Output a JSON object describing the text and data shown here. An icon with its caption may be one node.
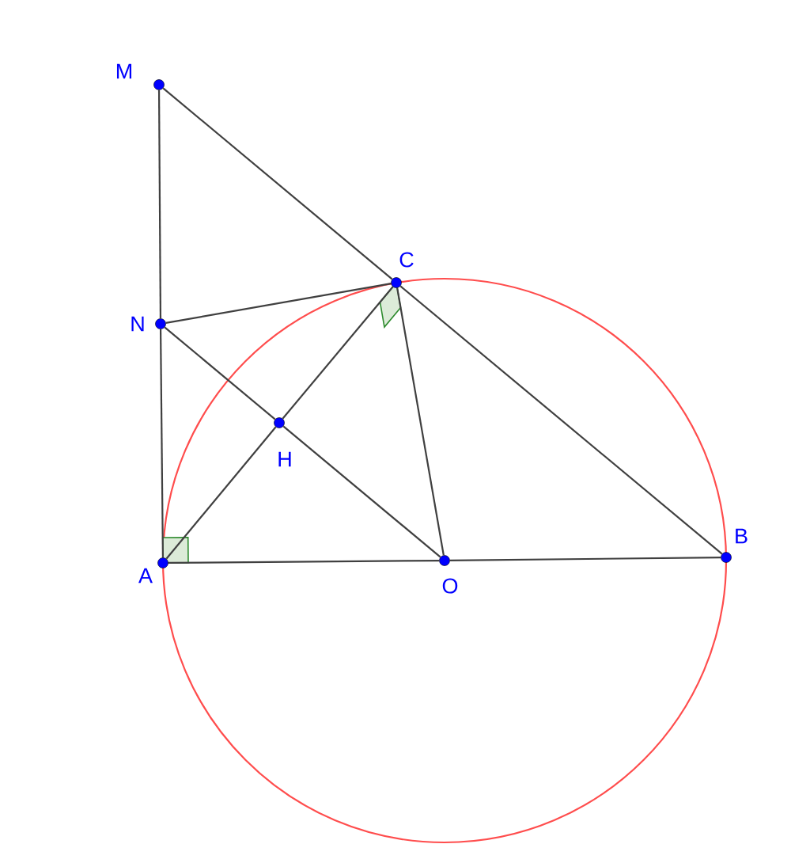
{
  "diagram": {
    "nodes": [
      {
        "text": [
          "M"
        ]
      },
      {
        "text": [
          "C"
        ]
      },
      {
        "text": [
          "N"
        ]
      },
      {
        "text": [
          "H"
        ]
      },
      {
        "text": [
          "A"
        ]
      },
      {
        "text": [
          "O"
        ]
      },
      {
        "text": [
          "B"
        ]
      }
    ],
    "edges": [
      {
        "from": 0,
        "to": 2,
        "arrow": "none"
      },
      {
        "from": 2,
        "to": 4,
        "arrow": "none"
      },
      {
        "from": 0,
        "to": 1,
        "arrow": "none"
      },
      {
        "from": 1,
        "to": 6,
        "arrow": "none"
      },
      {
        "from": 2,
        "to": 1,
        "arrow": "none"
      },
      {
        "from": 1,
        "to": 3,
        "arrow": "none"
      },
      {
        "from": 1,
        "to": 5,
        "arrow": "none"
      },
      {
        "from": 2,
        "to": 3,
        "arrow": "none"
      },
      {
        "from": 3,
        "to": 5,
        "arrow": "none"
      },
      {
        "from": 4,
        "to": 3,
        "arrow": "none"
      },
      {
        "from": 4,
        "to": 5,
        "arrow": "none"
      },
      {
        "from": 5,
        "to": 6,
        "arrow": "none"
      }
    ]
  }
}
